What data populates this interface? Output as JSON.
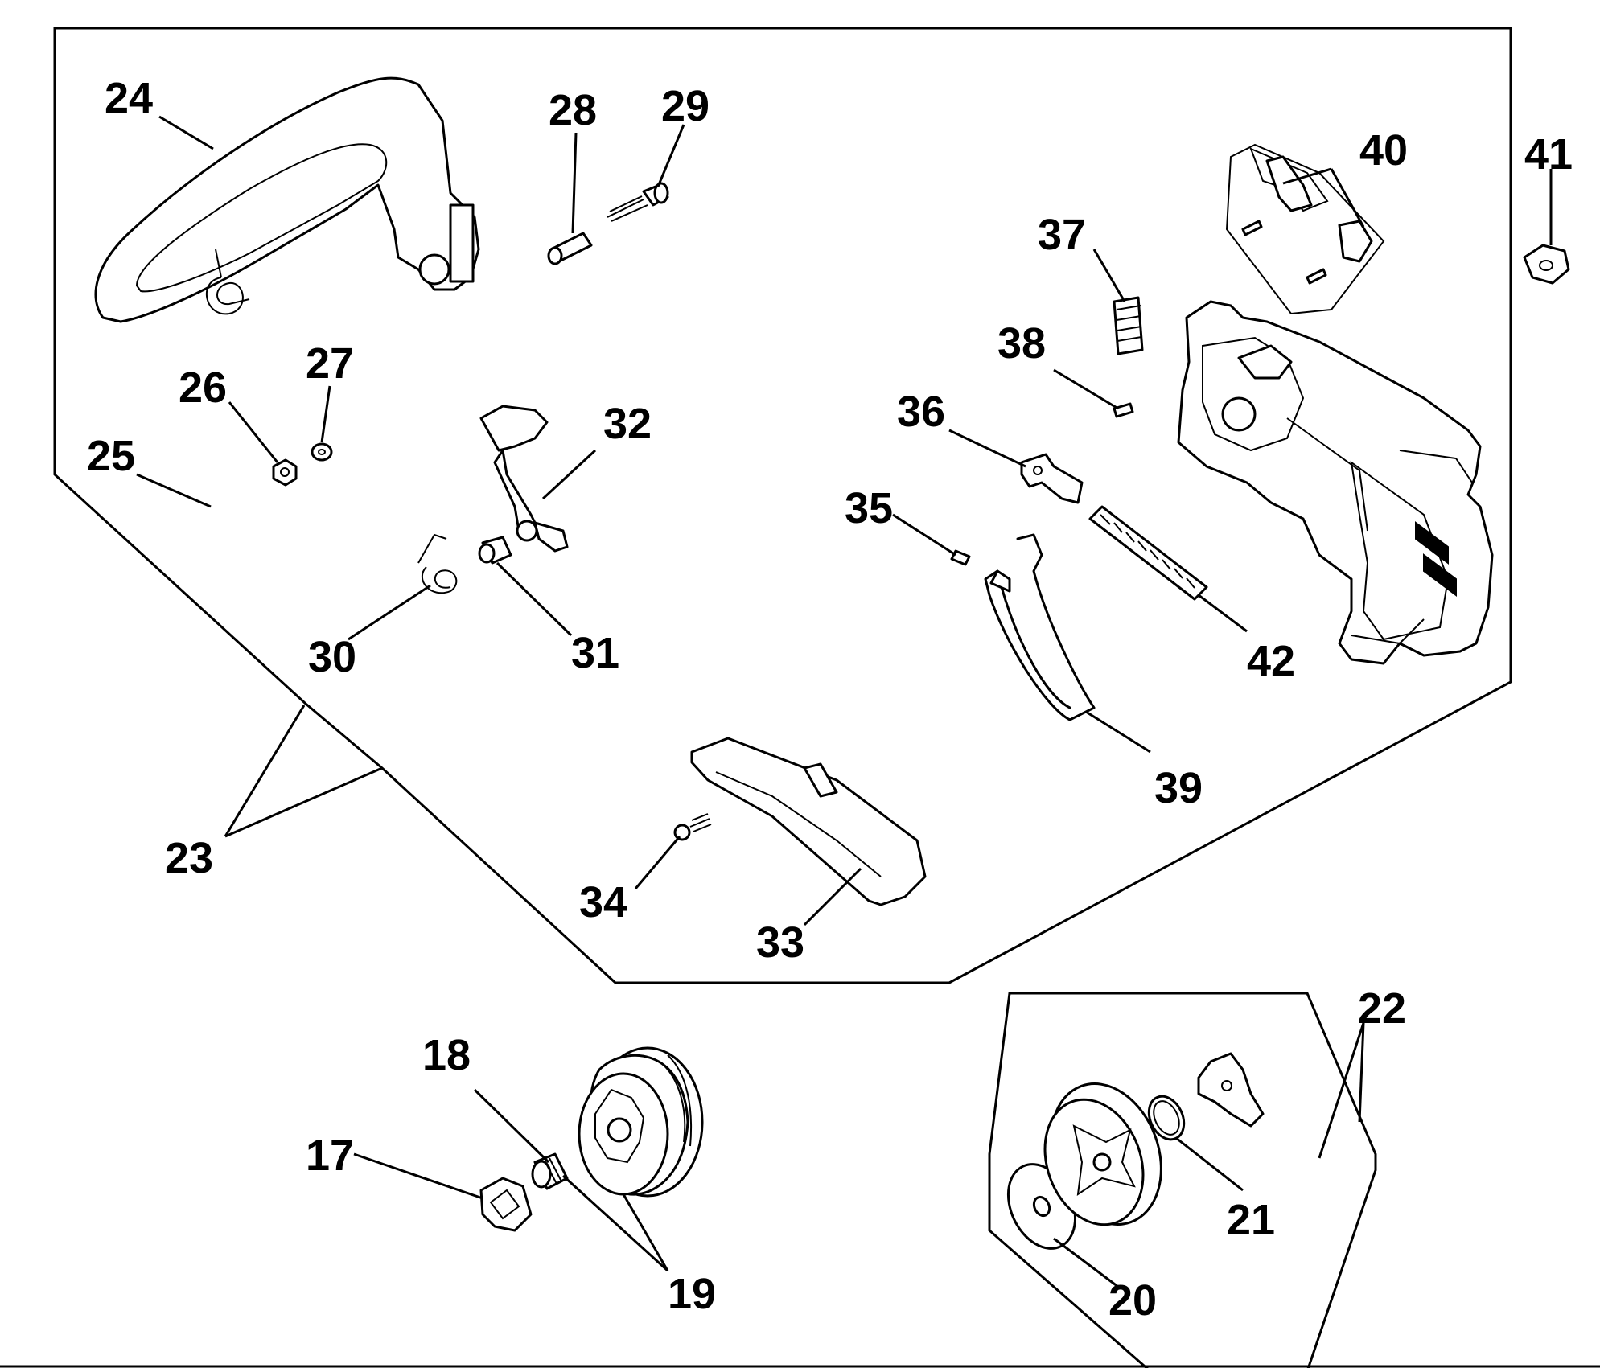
{
  "part_labels": {
    "p17": "17",
    "p18": "18",
    "p19": "19",
    "p20": "20",
    "p21": "21",
    "p22": "22",
    "p23": "23",
    "p24": "24",
    "p25": "25",
    "p26": "26",
    "p27": "27",
    "p28": "28",
    "p29": "29",
    "p30": "30",
    "p31": "31",
    "p32": "32",
    "p33": "33",
    "p34": "34",
    "p35": "35",
    "p36": "36",
    "p37": "37",
    "p38": "38",
    "p39": "39",
    "p40": "40",
    "p41": "41",
    "p42": "42"
  },
  "colors": {
    "line": "#000000",
    "background": "#ffffff"
  }
}
